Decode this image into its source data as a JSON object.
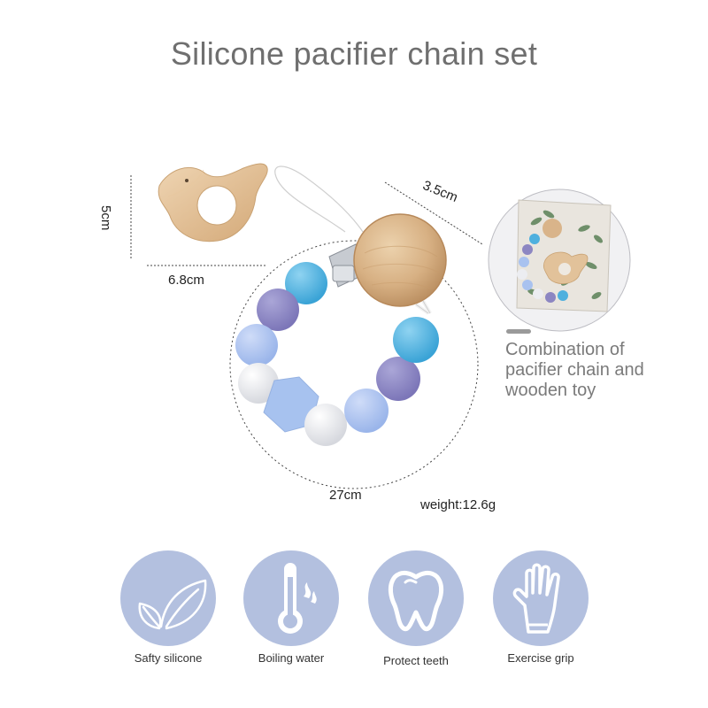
{
  "title": "Silicone pacifier chain set",
  "dimensions": {
    "toy_height": "5cm",
    "toy_width": "6.8cm",
    "clip_diameter": "3.5cm",
    "chain_length": "27cm"
  },
  "weight": "weight:12.6g",
  "combination": {
    "text": "Combination of pacifier chain and wooden toy"
  },
  "features": [
    {
      "label": "Safty silicone",
      "icon": "leaf-icon"
    },
    {
      "label": "Boiling water",
      "icon": "thermometer-icon"
    },
    {
      "label": "Protect teeth",
      "icon": "tooth-icon"
    },
    {
      "label": "Exercise grip",
      "icon": "hand-icon"
    }
  ],
  "colors": {
    "feature_circle": "#b3c0df",
    "bead_blue": "#4fb0de",
    "bead_lilac": "#8c86c2",
    "bead_light_blue": "#a9c2ef",
    "bead_pearl": "#ecedf1",
    "wood": "#d9b48a"
  }
}
